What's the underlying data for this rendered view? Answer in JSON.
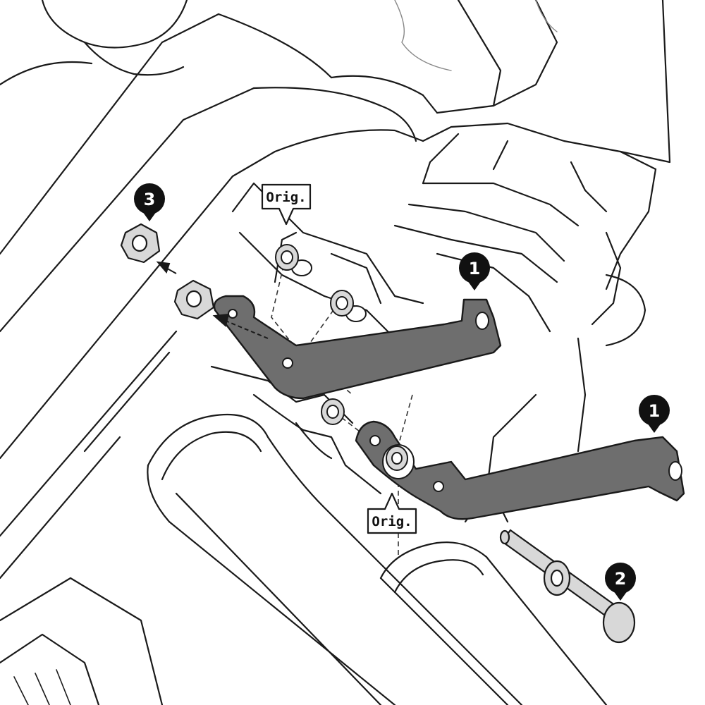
{
  "callouts": {
    "bracket_upper": "1",
    "bracket_lower": "1",
    "bolt": "2",
    "nut": "3"
  },
  "orig_labels": {
    "upper": "Orig.",
    "lower": "Orig."
  },
  "colors": {
    "line": "#1a1a1a",
    "bracket_fill": "#6e6e6e",
    "hardware_fill": "#d8d8d8",
    "callout_fill": "#111111",
    "callout_text": "#ffffff"
  }
}
